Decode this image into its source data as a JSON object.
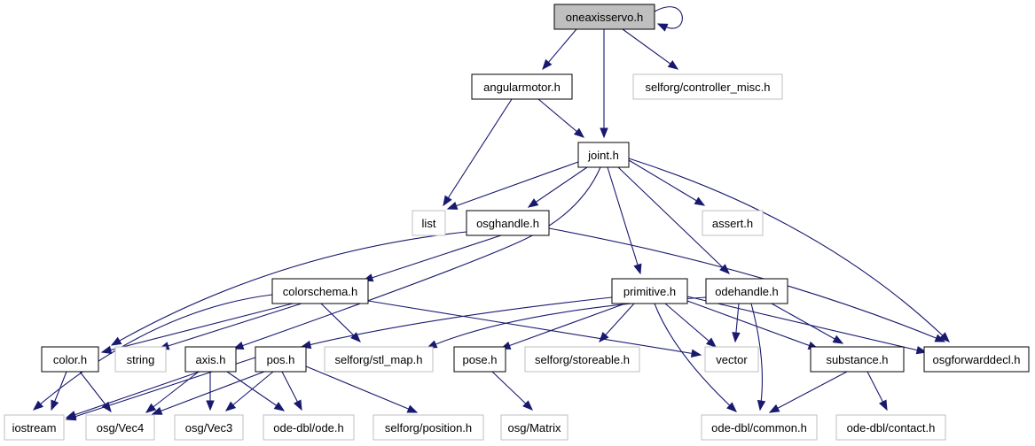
{
  "graph": {
    "colors": {
      "edge": "#191970",
      "root_fill": "#bfbfbf",
      "node_border": "#000000",
      "external_border": "#bfbfbf",
      "background": "#ffffff"
    },
    "nodes": [
      {
        "id": "oneaxisservo",
        "label": "oneaxisservo.h",
        "style": "root"
      },
      {
        "id": "angularmotor",
        "label": "angularmotor.h",
        "style": "normal"
      },
      {
        "id": "controller_misc",
        "label": "selforg/controller_misc.h",
        "style": "external"
      },
      {
        "id": "joint",
        "label": "joint.h",
        "style": "normal"
      },
      {
        "id": "list",
        "label": "list",
        "style": "external"
      },
      {
        "id": "osghandle",
        "label": "osghandle.h",
        "style": "normal"
      },
      {
        "id": "assert",
        "label": "assert.h",
        "style": "external"
      },
      {
        "id": "colorschema",
        "label": "colorschema.h",
        "style": "normal"
      },
      {
        "id": "primitive",
        "label": "primitive.h",
        "style": "normal"
      },
      {
        "id": "odehandle",
        "label": "odehandle.h",
        "style": "normal"
      },
      {
        "id": "color",
        "label": "color.h",
        "style": "normal"
      },
      {
        "id": "string",
        "label": "string",
        "style": "external"
      },
      {
        "id": "axis",
        "label": "axis.h",
        "style": "normal"
      },
      {
        "id": "pos",
        "label": "pos.h",
        "style": "normal"
      },
      {
        "id": "stl_map",
        "label": "selforg/stl_map.h",
        "style": "external"
      },
      {
        "id": "pose",
        "label": "pose.h",
        "style": "normal"
      },
      {
        "id": "storeable",
        "label": "selforg/storeable.h",
        "style": "external"
      },
      {
        "id": "vector",
        "label": "vector",
        "style": "external"
      },
      {
        "id": "substance",
        "label": "substance.h",
        "style": "normal"
      },
      {
        "id": "osgforwarddecl",
        "label": "osgforwarddecl.h",
        "style": "normal"
      },
      {
        "id": "iostream",
        "label": "iostream",
        "style": "external"
      },
      {
        "id": "vec4",
        "label": "osg/Vec4",
        "style": "external"
      },
      {
        "id": "vec3",
        "label": "osg/Vec3",
        "style": "external"
      },
      {
        "id": "ode",
        "label": "ode-dbl/ode.h",
        "style": "external"
      },
      {
        "id": "position",
        "label": "selforg/position.h",
        "style": "external"
      },
      {
        "id": "matrix",
        "label": "osg/Matrix",
        "style": "external"
      },
      {
        "id": "common",
        "label": "ode-dbl/common.h",
        "style": "external"
      },
      {
        "id": "contact",
        "label": "ode-dbl/contact.h",
        "style": "external"
      }
    ],
    "edges": [
      {
        "from": "oneaxisservo",
        "to": "oneaxisservo"
      },
      {
        "from": "oneaxisservo",
        "to": "angularmotor"
      },
      {
        "from": "oneaxisservo",
        "to": "joint"
      },
      {
        "from": "oneaxisservo",
        "to": "controller_misc"
      },
      {
        "from": "angularmotor",
        "to": "joint"
      },
      {
        "from": "angularmotor",
        "to": "list"
      },
      {
        "from": "joint",
        "to": "list"
      },
      {
        "from": "joint",
        "to": "osghandle"
      },
      {
        "from": "joint",
        "to": "assert"
      },
      {
        "from": "joint",
        "to": "axis"
      },
      {
        "from": "joint",
        "to": "primitive"
      },
      {
        "from": "joint",
        "to": "odehandle"
      },
      {
        "from": "joint",
        "to": "osgforwarddecl"
      },
      {
        "from": "osghandle",
        "to": "colorschema"
      },
      {
        "from": "osghandle",
        "to": "color"
      },
      {
        "from": "osghandle",
        "to": "osgforwarddecl"
      },
      {
        "from": "colorschema",
        "to": "color"
      },
      {
        "from": "colorschema",
        "to": "string"
      },
      {
        "from": "colorschema",
        "to": "stl_map"
      },
      {
        "from": "colorschema",
        "to": "iostream"
      },
      {
        "from": "colorschema",
        "to": "vector"
      },
      {
        "from": "primitive",
        "to": "pos"
      },
      {
        "from": "primitive",
        "to": "pose"
      },
      {
        "from": "primitive",
        "to": "storeable"
      },
      {
        "from": "primitive",
        "to": "vector"
      },
      {
        "from": "primitive",
        "to": "substance"
      },
      {
        "from": "primitive",
        "to": "osgforwarddecl"
      },
      {
        "from": "primitive",
        "to": "common"
      },
      {
        "from": "odehandle",
        "to": "stl_map"
      },
      {
        "from": "odehandle",
        "to": "vector"
      },
      {
        "from": "odehandle",
        "to": "substance"
      },
      {
        "from": "odehandle",
        "to": "common"
      },
      {
        "from": "color",
        "to": "iostream"
      },
      {
        "from": "color",
        "to": "vec4"
      },
      {
        "from": "axis",
        "to": "iostream"
      },
      {
        "from": "axis",
        "to": "vec4"
      },
      {
        "from": "axis",
        "to": "vec3"
      },
      {
        "from": "axis",
        "to": "ode"
      },
      {
        "from": "pos",
        "to": "iostream"
      },
      {
        "from": "pos",
        "to": "vec4"
      },
      {
        "from": "pos",
        "to": "vec3"
      },
      {
        "from": "pos",
        "to": "ode"
      },
      {
        "from": "pos",
        "to": "position"
      },
      {
        "from": "pose",
        "to": "matrix"
      },
      {
        "from": "substance",
        "to": "common"
      },
      {
        "from": "substance",
        "to": "contact"
      }
    ]
  }
}
